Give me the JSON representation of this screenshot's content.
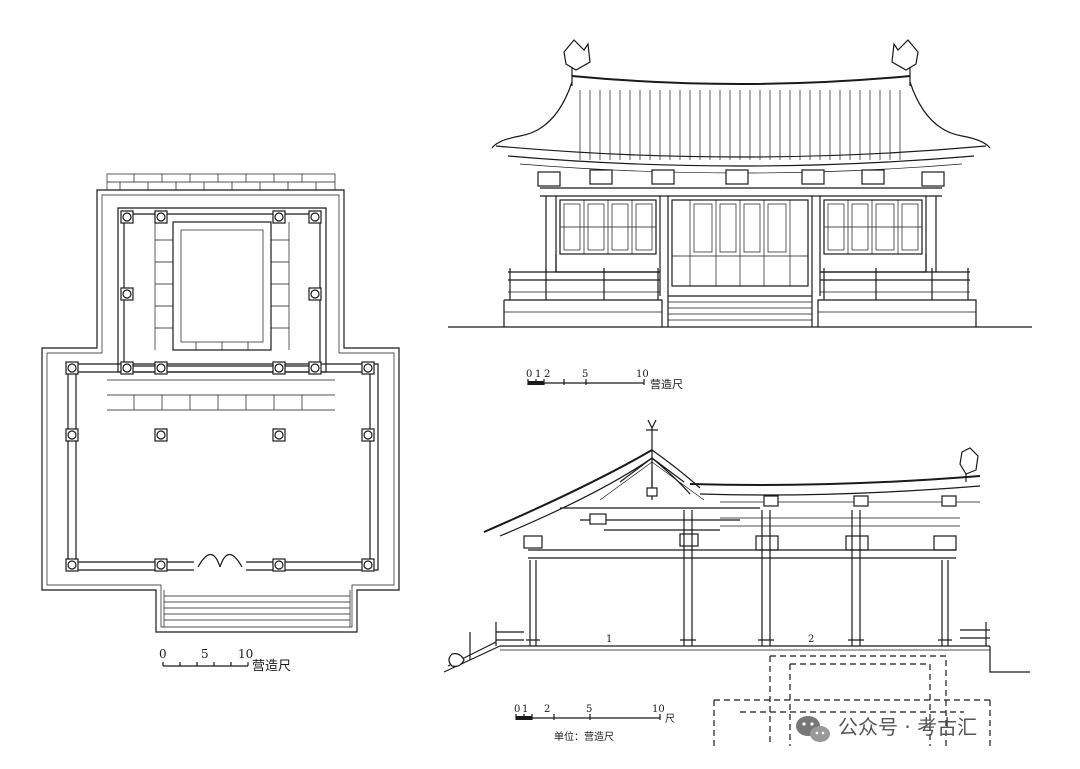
{
  "plan": {
    "scale_ticks": [
      "0",
      "5",
      "10"
    ],
    "scale_unit": "营造尺"
  },
  "elevation": {
    "scale_ticks": [
      "0",
      "1",
      "2",
      "5",
      "10"
    ],
    "scale_unit": "营造尺"
  },
  "section": {
    "bay_labels": [
      "1",
      "2"
    ],
    "scale_ticks": [
      "0",
      "1",
      "2",
      "5",
      "10"
    ],
    "scale_end_unit": "尺",
    "scale_caption": "单位：营造尺"
  },
  "watermark": {
    "text": "公众号 · 考古汇",
    "icon": "wechat-logo-icon"
  }
}
